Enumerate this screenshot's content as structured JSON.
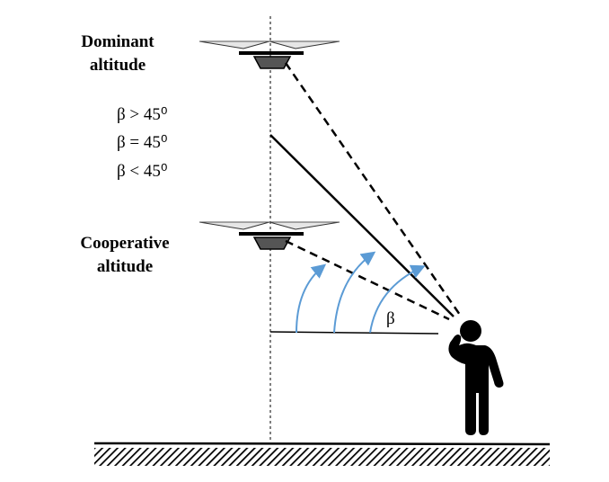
{
  "labels": {
    "dominant_line1": "Dominant",
    "dominant_line2": "altitude",
    "cooperative_line1": "Cooperative",
    "cooperative_line2": "altitude",
    "beta_gt": "β > 45⁰",
    "beta_eq": "β = 45⁰",
    "beta_lt": "β < 45⁰",
    "beta": "β"
  },
  "colors": {
    "arrow": "#5b9bd5",
    "pod": "#555555",
    "rotor": "#e6e6e6"
  }
}
